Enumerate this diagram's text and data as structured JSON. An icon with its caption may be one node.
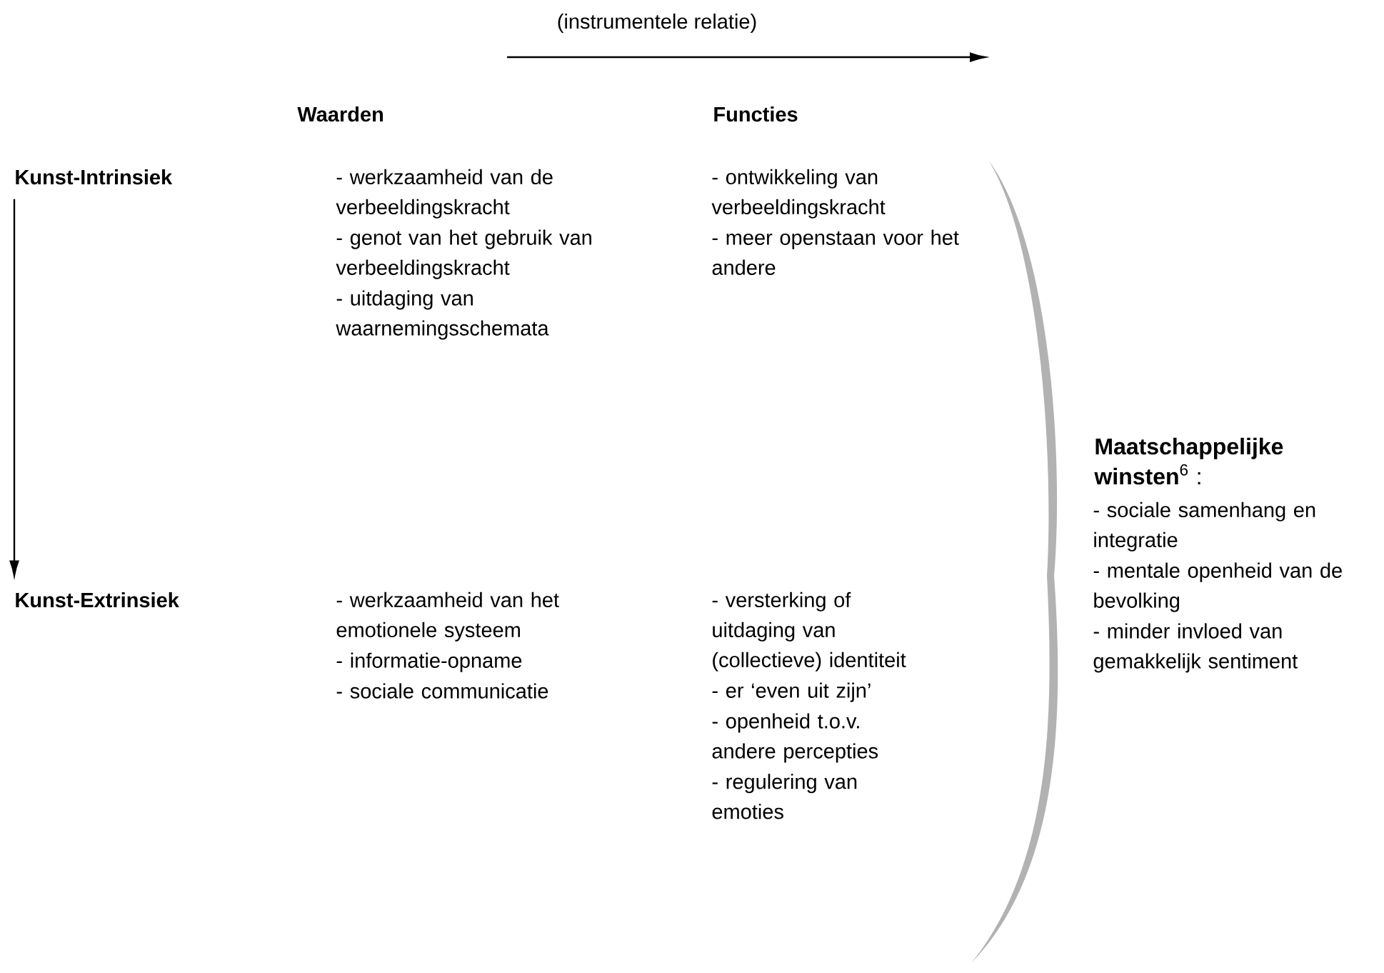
{
  "diagram": {
    "nodes": [
      {
        "text": [
          "Kunst-Intrinsiek"
        ]
      },
      {
        "text": [
          "Kunst-Extrinsiek"
        ]
      }
    ],
    "edges": [
      {
        "from": 0,
        "to": 1,
        "arrow": "to"
      }
    ],
    "labels": [
      "(instrumentele relatie)",
      "Waarden",
      "Functies",
      "- werkzaamheid van de verbeeldingskracht",
      "- genot van het gebruik van verbeeldingskracht",
      "- uitdaging van waarnemingsschemata",
      "- ontwikkeling van verbeeldingskracht",
      "- meer openstaan voor het andere",
      "**Maatschappelijke winsten**$^{6}$ :",
      "- sociale samenhang en integratie",
      "- mentale openheid van de bevolking",
      "- minder invloed van gemakkelijk sentiment",
      "- werkzaamheid van het emotionele systeem",
      "- informatie-opname",
      "- sociale communicatie",
      "- versterking of uitdaging van (collectieve) identiteit",
      "- er ‘even uit zijn’",
      "- openheid t.o.v. andere percepties",
      "- regulering van emoties"
    ]
  }
}
